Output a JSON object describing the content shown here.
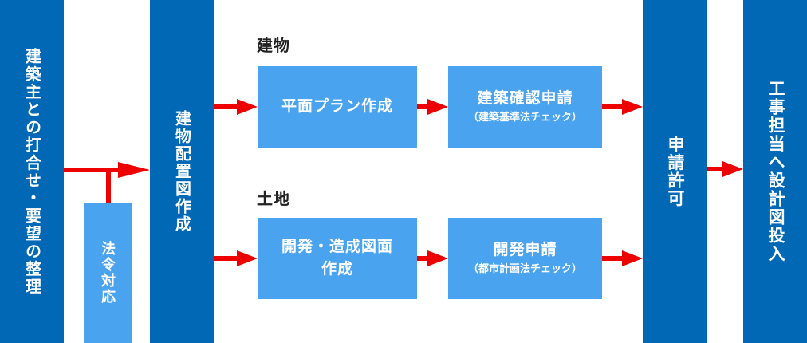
{
  "diagram": {
    "type": "flowchart",
    "colors": {
      "stage_bar_blue": "#0068b5",
      "process_box_blue": "#4aa3ef",
      "arrow_red": "#ee0000",
      "lane_label_text": "#222222",
      "bar_text": "#ffffff"
    },
    "stages": {
      "owner_meeting": {
        "label": "建築主との打合せ・要望の整理"
      },
      "legal_compliance": {
        "label": "法令対応"
      },
      "layout_drawing": {
        "label": "建物配置図作成"
      },
      "application_permit": {
        "label": "申請許可"
      },
      "final_handoff": {
        "label": "工事担当へ設計図投入"
      }
    },
    "lanes": {
      "building": {
        "label": "建物",
        "steps": [
          {
            "line1": "平面プラン作成",
            "line2": ""
          },
          {
            "line1": "建築確認申請",
            "line2": "（建築基準法チェック）"
          }
        ]
      },
      "land": {
        "label": "土地",
        "steps": [
          {
            "line1": "開発・造成図面",
            "line2": "作成"
          },
          {
            "line1": "開発申請",
            "line2": "（都市計画法チェック）"
          }
        ]
      }
    }
  }
}
